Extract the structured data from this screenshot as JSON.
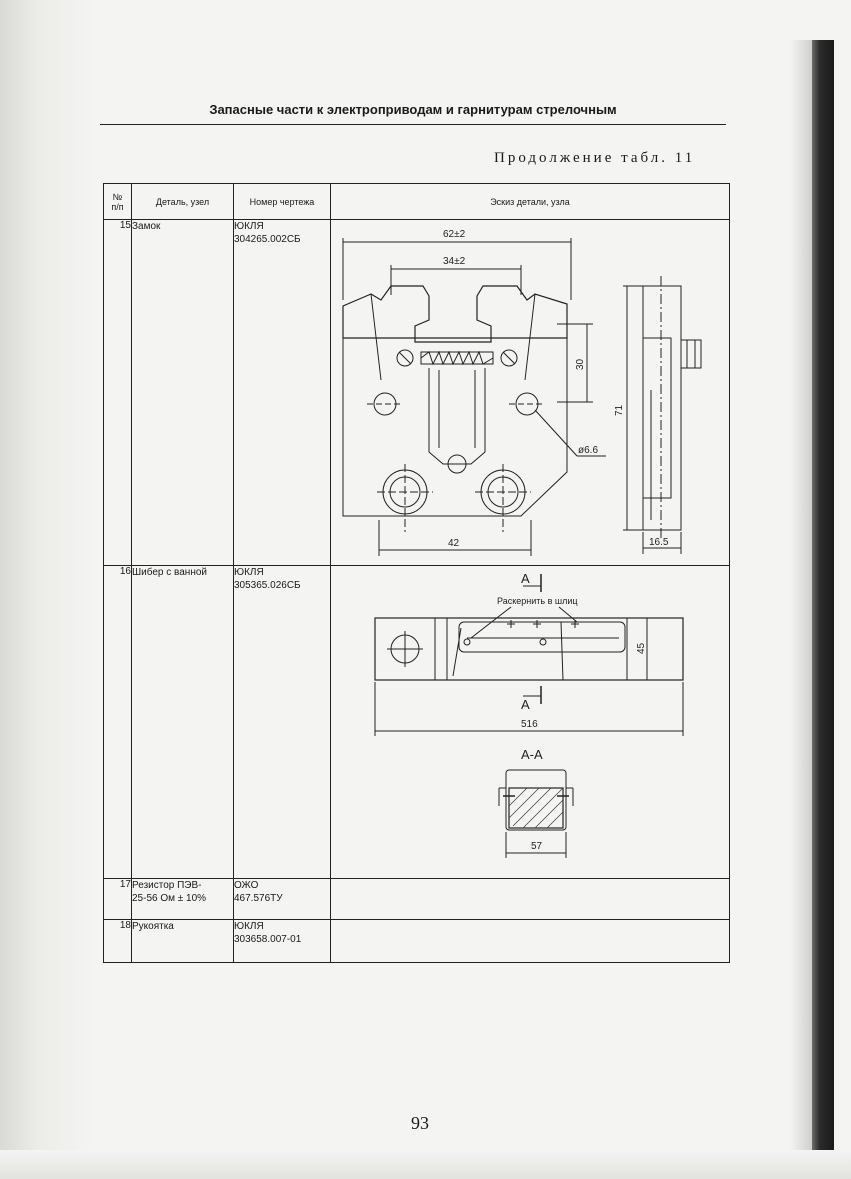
{
  "running_head": "Запасные части к электроприводам и гарнитурам стрелочным",
  "continuation": "Продолжение табл. 11",
  "table": {
    "headers": {
      "num_line1": "№",
      "num_line2": "п/п",
      "part": "Деталь, узел",
      "drawing": "Номер чертежа",
      "sketch": "Эскиз детали, узла"
    },
    "rows": [
      {
        "num": "15",
        "part_lines": [
          "Замок"
        ],
        "drawing_lines": [
          "ЮКЛЯ",
          "304265.002СБ"
        ]
      },
      {
        "num": "16",
        "part_lines": [
          "Шибер с ванной"
        ],
        "drawing_lines": [
          "ЮКЛЯ",
          "305365.026СБ"
        ]
      },
      {
        "num": "17",
        "part_lines": [
          "Резистор ПЭВ-",
          "25-56 Ом ± 10%"
        ],
        "drawing_lines": [
          "ОЖО",
          "467.576ТУ"
        ]
      },
      {
        "num": "18",
        "part_lines": [
          "Рукоятка"
        ],
        "drawing_lines": [
          "ЮКЛЯ",
          "303658.007-01"
        ]
      }
    ]
  },
  "sketch15": {
    "dim_62": "62±2",
    "dim_34": "34±2",
    "dim_30": "30",
    "dim_71": "71",
    "dim_d66": "ø6.6",
    "dim_42": "42",
    "dim_165": "16.5"
  },
  "sketch16": {
    "section_mark": "A",
    "note": "Раскернить в шлиц",
    "dim_45": "45",
    "dim_516": "516",
    "section_title": "A-A",
    "dim_57": "57"
  },
  "page_number": "93"
}
